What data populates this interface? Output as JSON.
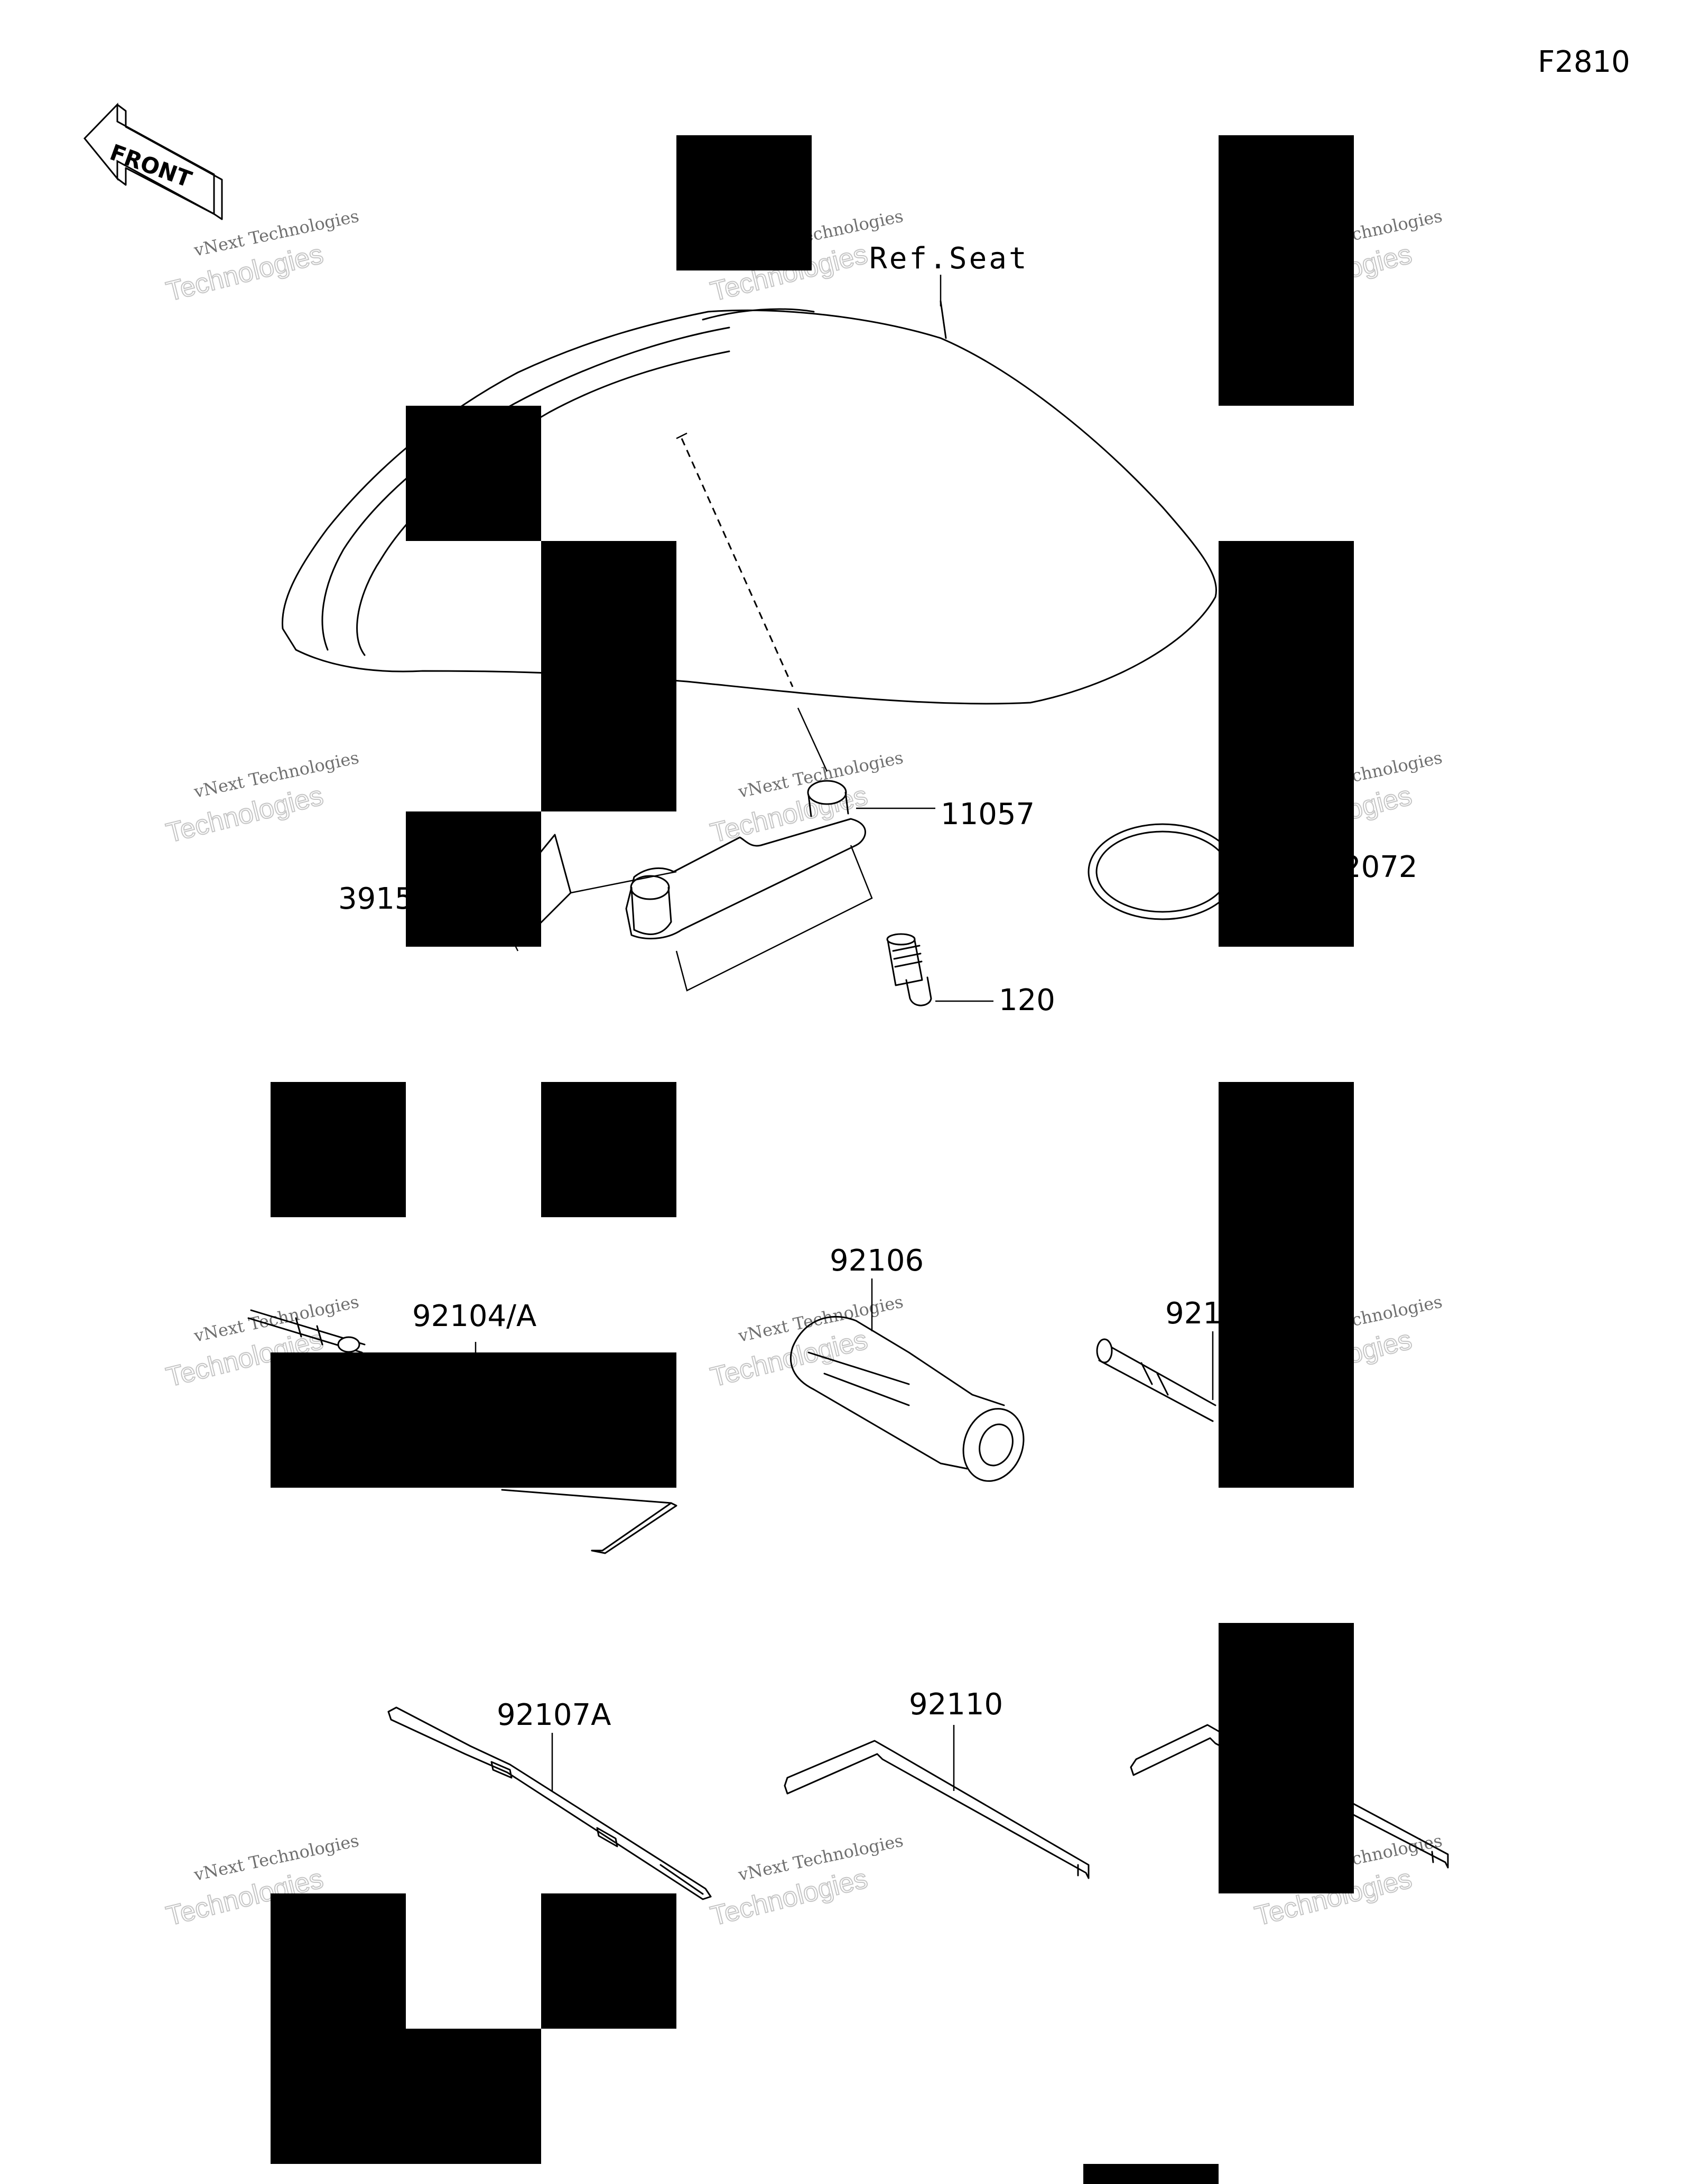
{
  "diagram": {
    "code": "F2810",
    "front_label": "FRONT",
    "ref_label": "Ref.Seat",
    "watermark_line1": "vNext Technologies",
    "watermark_line2": "Technologies",
    "parts": {
      "p11057": "11057",
      "p3915": "3915",
      "p2072": "2072",
      "p120": "120",
      "p92104A": "92104/A",
      "p92106": "92106",
      "p921": "921",
      "p92107A": "92107A",
      "p92110": "92110"
    }
  }
}
